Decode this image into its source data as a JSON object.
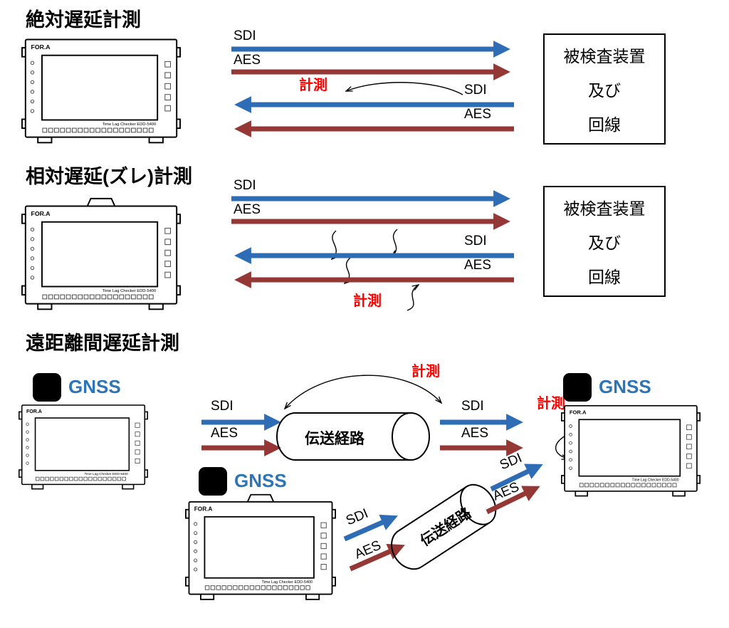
{
  "colors": {
    "sdi": "#2e6db6",
    "aes": "#953735",
    "measure": "#ff0000",
    "gnss": "#2e75b6"
  },
  "device": {
    "brand": "FOR.A",
    "model": "Time Lag Checker EDD-5400"
  },
  "labels": {
    "sdi": "SDI",
    "aes": "AES",
    "measure": "計測",
    "gnss": "GNSS",
    "path": "伝送経路"
  },
  "sections": {
    "absolute": {
      "title": "絶対遅延計測"
    },
    "relative": {
      "title": "相対遅延(ズレ)計測"
    },
    "long": {
      "title": "遠距離間遅延計測"
    }
  },
  "target_box": {
    "line1": "被検査装置",
    "line2": "及び",
    "line3": "回線"
  }
}
